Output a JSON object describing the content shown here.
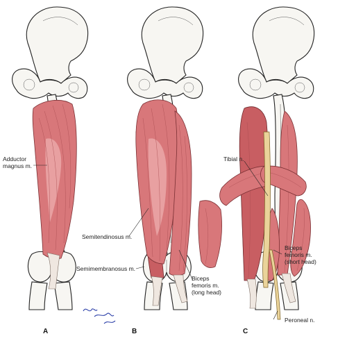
{
  "labels": {
    "adductor_1": "Adductor",
    "adductor_2": "magnus m.",
    "semitendinosus": "Semitendinosus m.",
    "semimembranosus": "Semimembranosus m.",
    "biceps_long_1": "Biceps",
    "biceps_long_2": "femoris m.",
    "biceps_long_3": "(long head)",
    "tibial": "Tibial n.",
    "biceps_short_1": "Biceps",
    "biceps_short_2": "femoris m.",
    "biceps_short_3": "(short head)",
    "peroneal": "Peroneal n."
  },
  "panels": {
    "a": "A",
    "b": "B",
    "c": "C"
  },
  "colors": {
    "muscle": "#d8777a",
    "bone": "#f7f6f2",
    "nerve": "#ead39a",
    "signature": "#2b3fa8"
  }
}
